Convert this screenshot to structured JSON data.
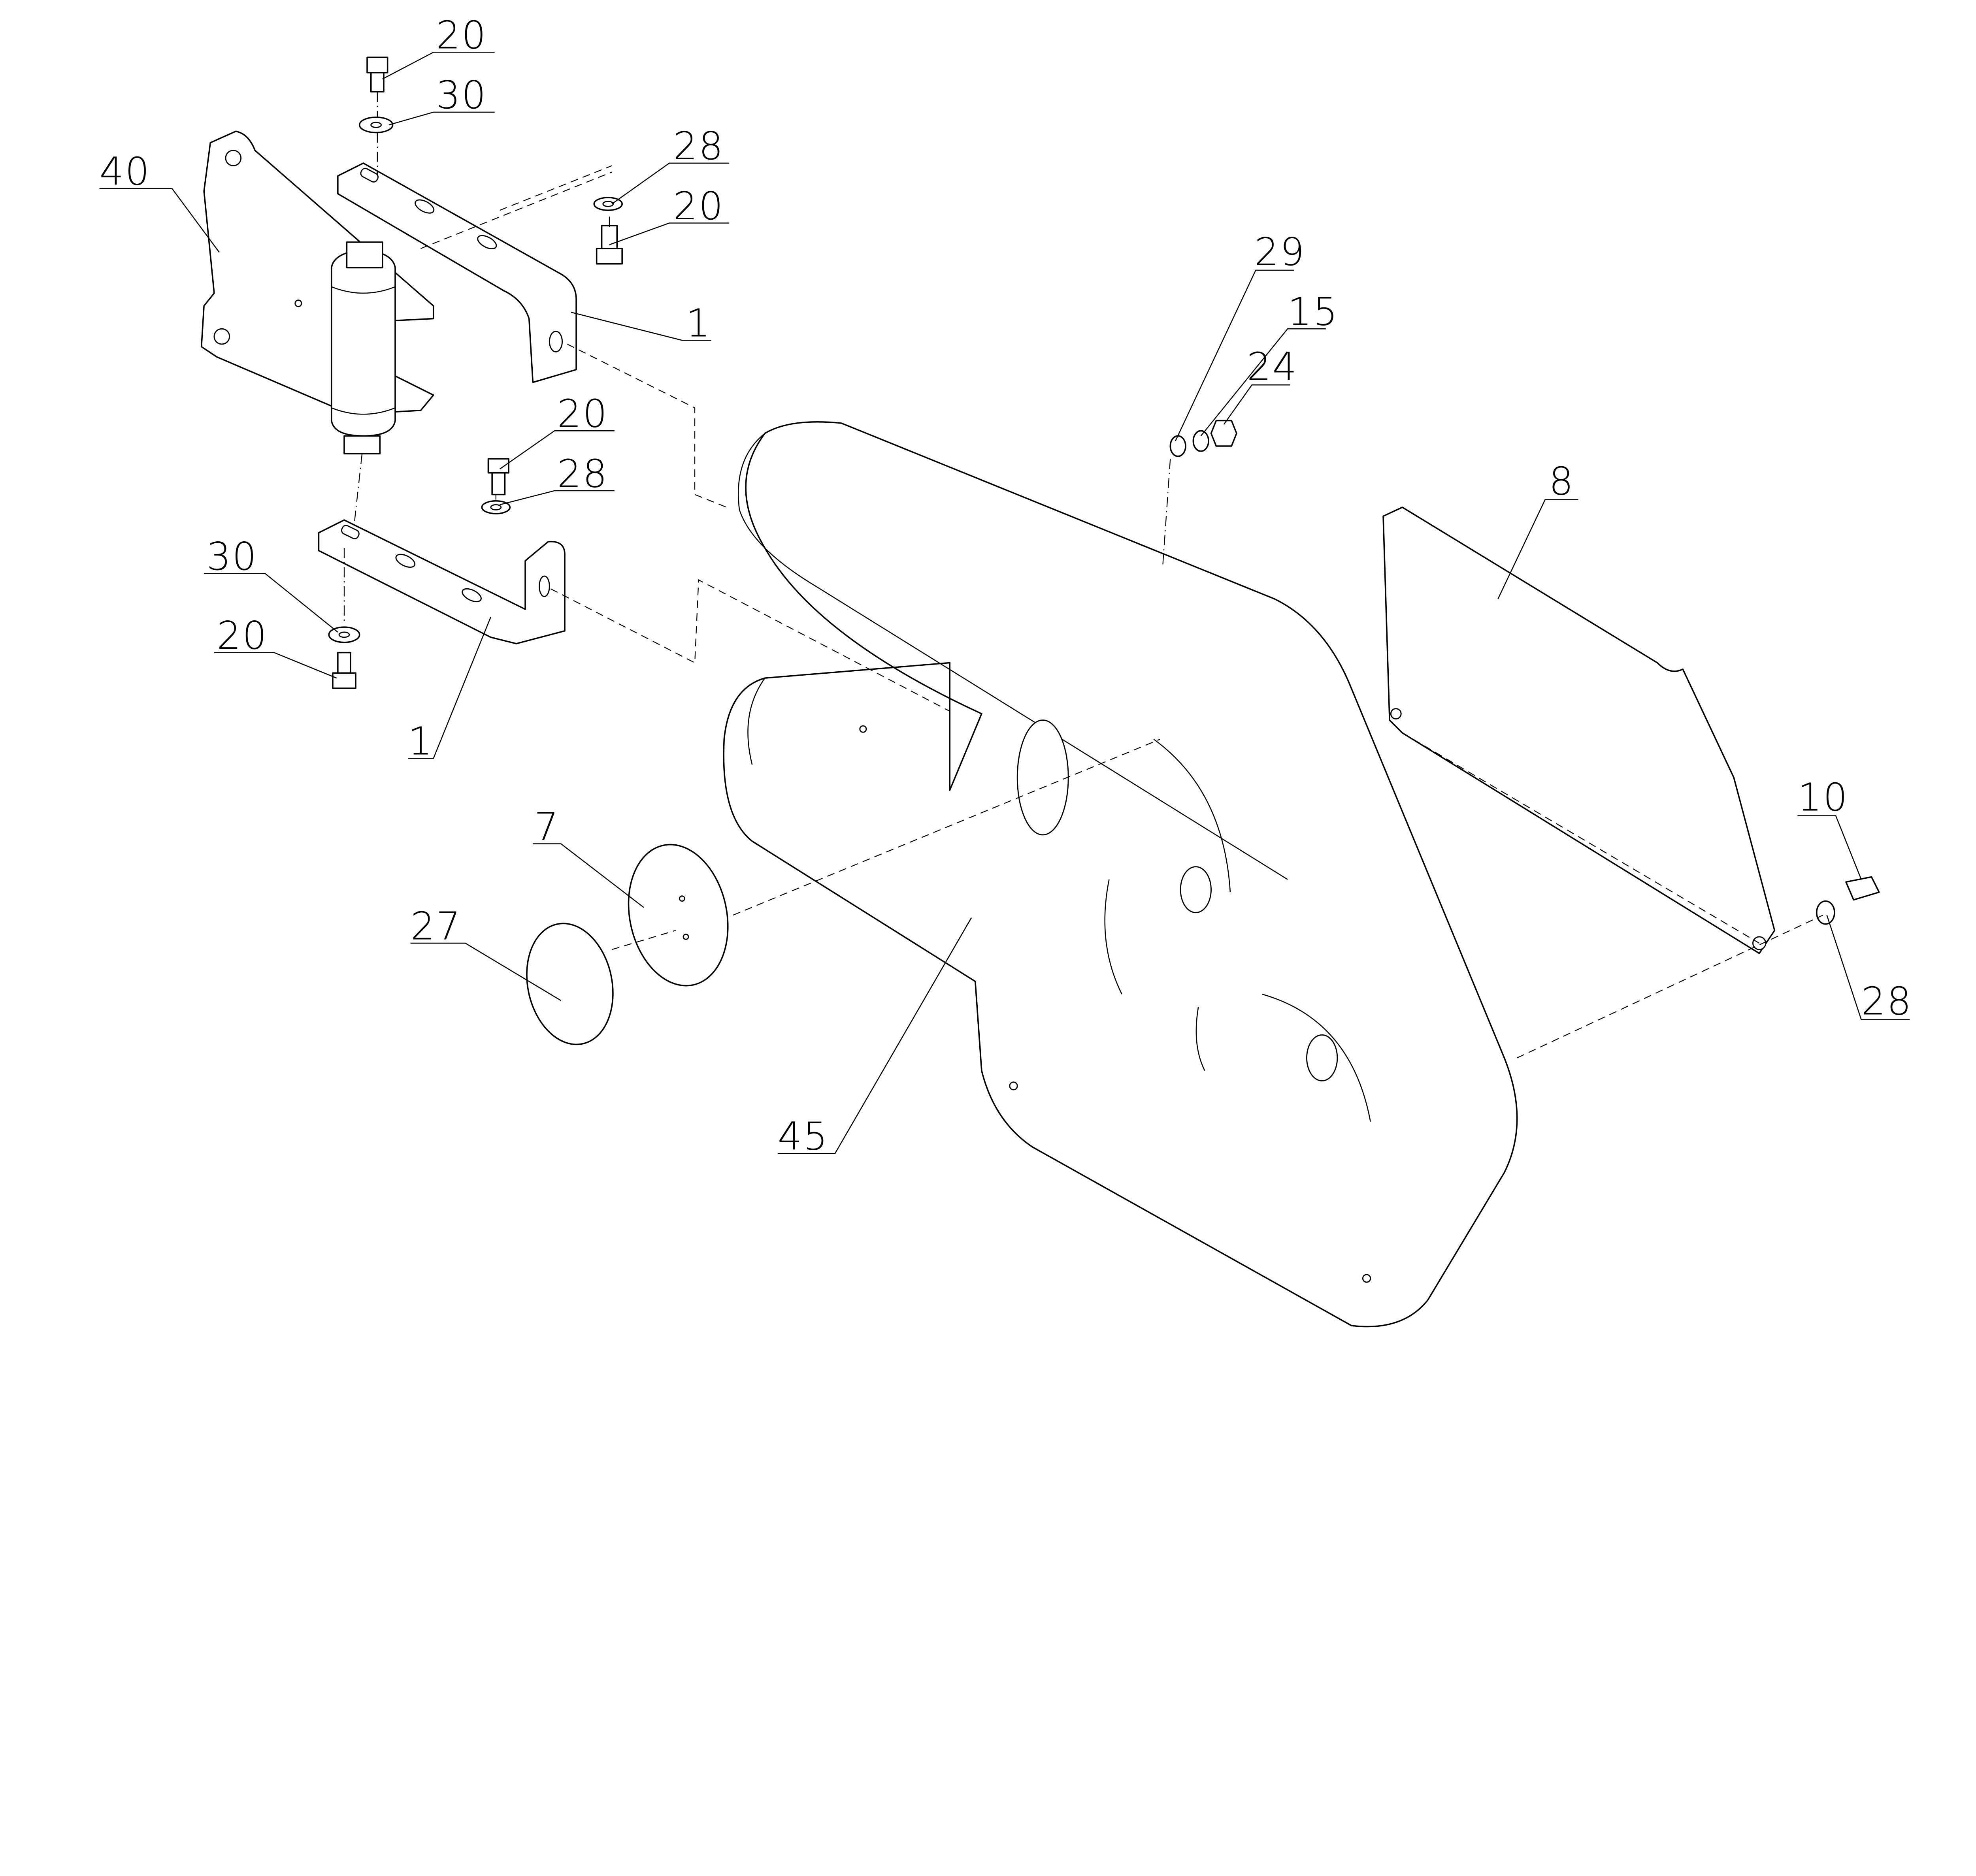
{
  "diagram": {
    "type": "exploded-parts-diagram",
    "callouts": {
      "c20_top": "20",
      "c30_top": "30",
      "c40": "40",
      "c28_upper": "28",
      "c20_upper_right": "20",
      "c1_upper": "1",
      "c20_mid": "20",
      "c28_mid": "28",
      "c30_lower": "30",
      "c20_lower": "20",
      "c1_lower": "1",
      "c29": "29",
      "c15": "15",
      "c24": "24",
      "c8": "8",
      "c10": "10",
      "c28_right": "28",
      "c7": "7",
      "c27": "27",
      "c45": "45"
    }
  }
}
